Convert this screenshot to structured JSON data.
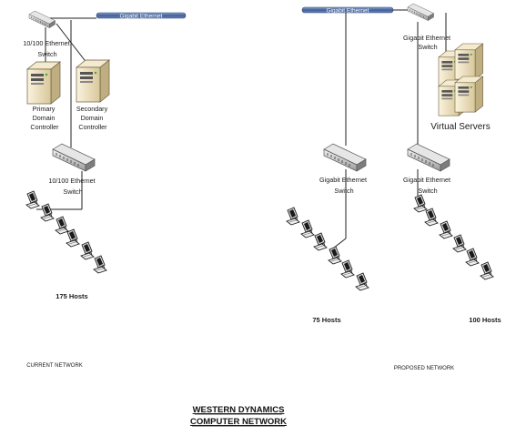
{
  "backbone_label": "Gigabit Ethernet",
  "current": {
    "switch_top_label": [
      "10/100 Ethernet",
      "Switch"
    ],
    "primary_dc_label": [
      "Primary",
      "Domain",
      "Controller"
    ],
    "secondary_dc_label": [
      "Secondary",
      "Domain",
      "Controller"
    ],
    "switch_bottom_label": [
      "10/100 Ethernet",
      "Switch"
    ],
    "hosts_label": "175 Hosts",
    "caption": "CURRENT NETWORK"
  },
  "proposed": {
    "switch_top_label": [
      "Gigabit Ethernet",
      "Switch"
    ],
    "virtual_servers_label": "Virtual Servers",
    "switch_left_label": [
      "Gigabit Ethernet",
      "Switch"
    ],
    "switch_right_label": [
      "Gigabit Ethernet",
      "Switch"
    ],
    "hosts_left_label": "75 Hosts",
    "hosts_right_label": "100 Hosts",
    "caption": "PROPOSED NETWORK"
  },
  "title": [
    "WESTERN DYNAMICS",
    "COMPUTER NETWORK"
  ]
}
